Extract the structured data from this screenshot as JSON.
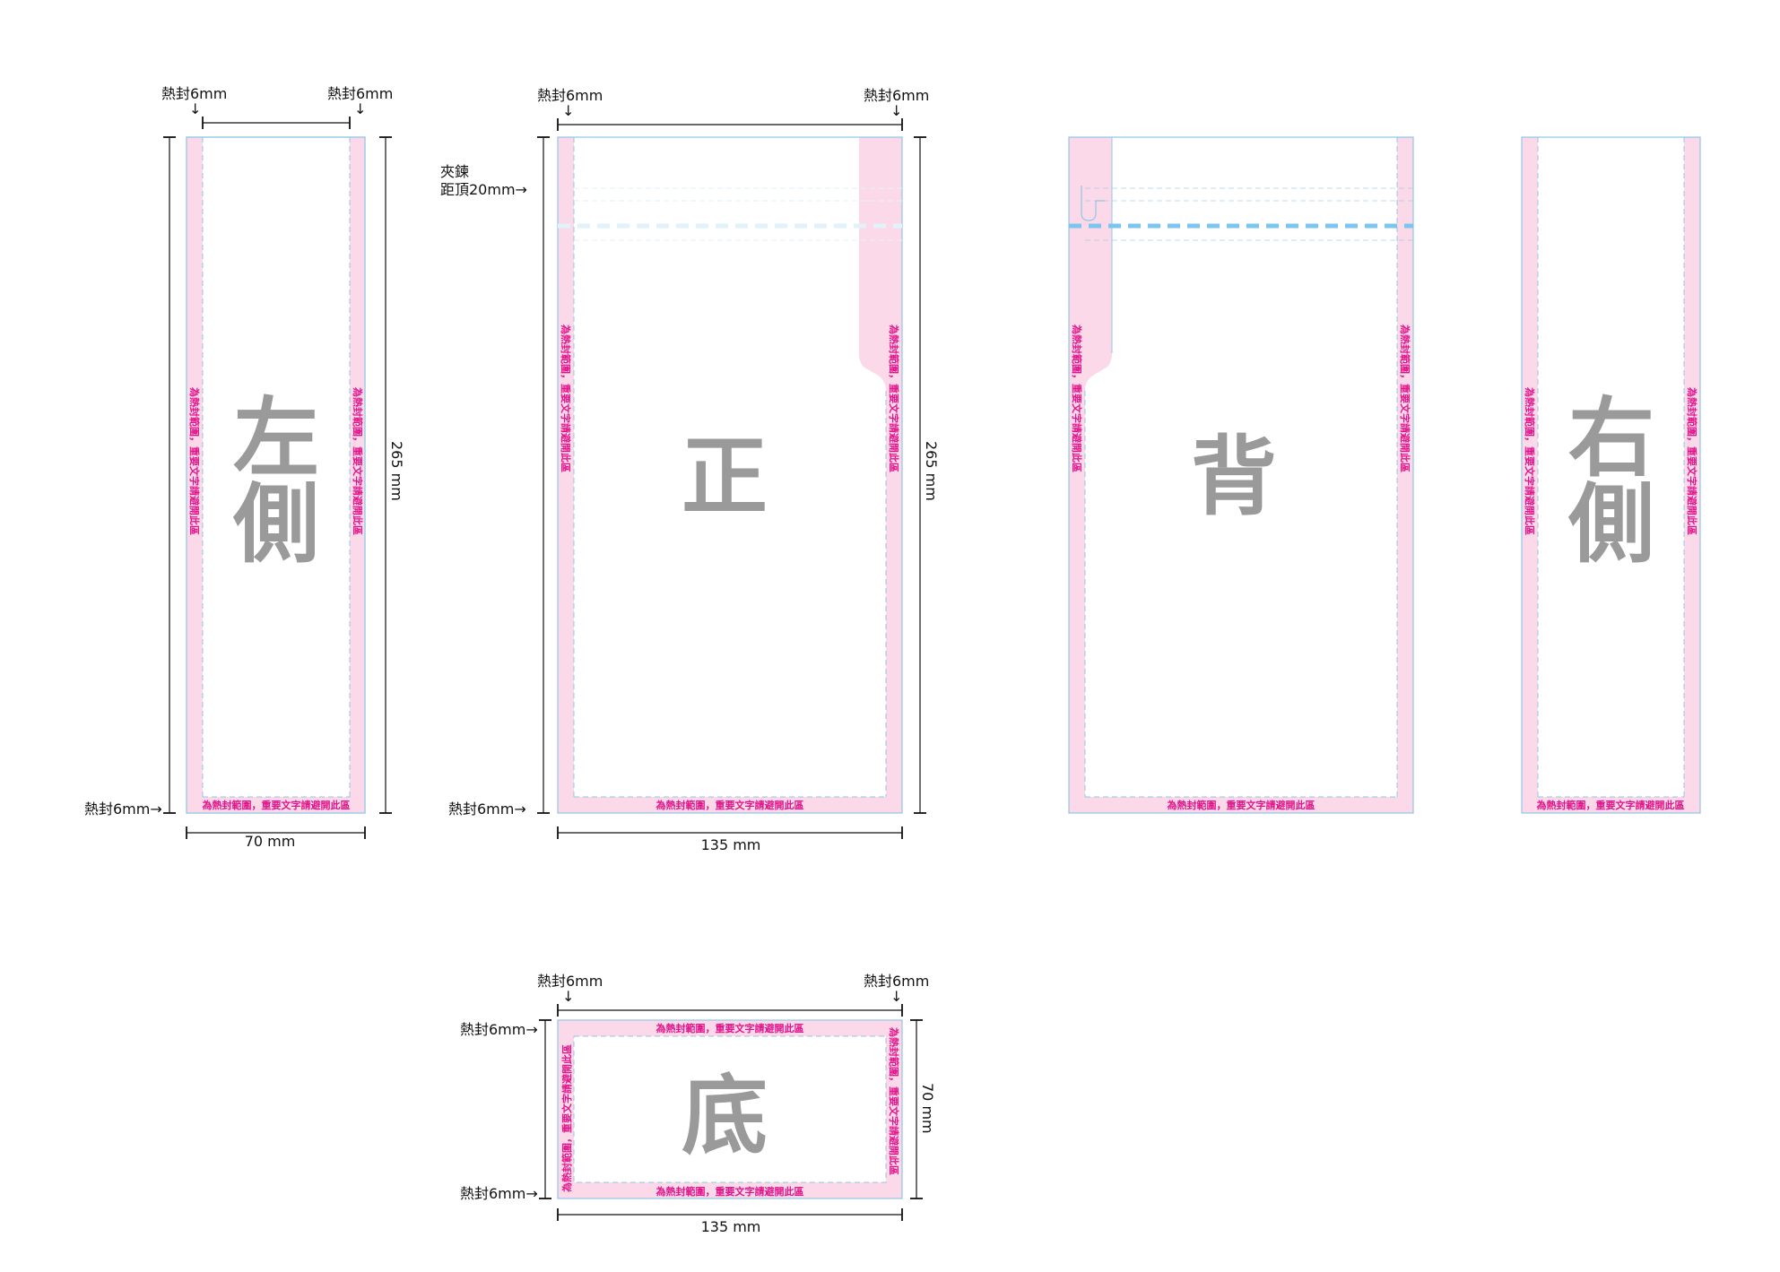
{
  "colors": {
    "seal_fill": "#fbd9e8",
    "outline": "#8fc8e6",
    "zip_line": "#7cc5ee",
    "zip_line_faint": "#e2f2fb",
    "warning_text": "#e0158c",
    "panel_label": "#9a9a9a",
    "dimension": "#111111"
  },
  "labels": {
    "heat_seal": "熱封6mm",
    "heat_seal_right": "熱封6mm→",
    "arrow_down": "↓",
    "warning": "為熱封範圍，重要文字請避開此區",
    "zipper_line1": "夾鍊",
    "zipper_line2": "距頂20mm→"
  },
  "panels": {
    "left": {
      "name": "左側",
      "char1": "左",
      "char2": "側",
      "width": "70 mm",
      "height": "265 mm"
    },
    "front": {
      "name": "正",
      "width": "135 mm",
      "height": "265 mm"
    },
    "back": {
      "name": "背"
    },
    "right": {
      "name": "右側",
      "char1": "右",
      "char2": "側"
    },
    "bottom": {
      "name": "底",
      "width": "135 mm",
      "height": "70 mm"
    }
  }
}
